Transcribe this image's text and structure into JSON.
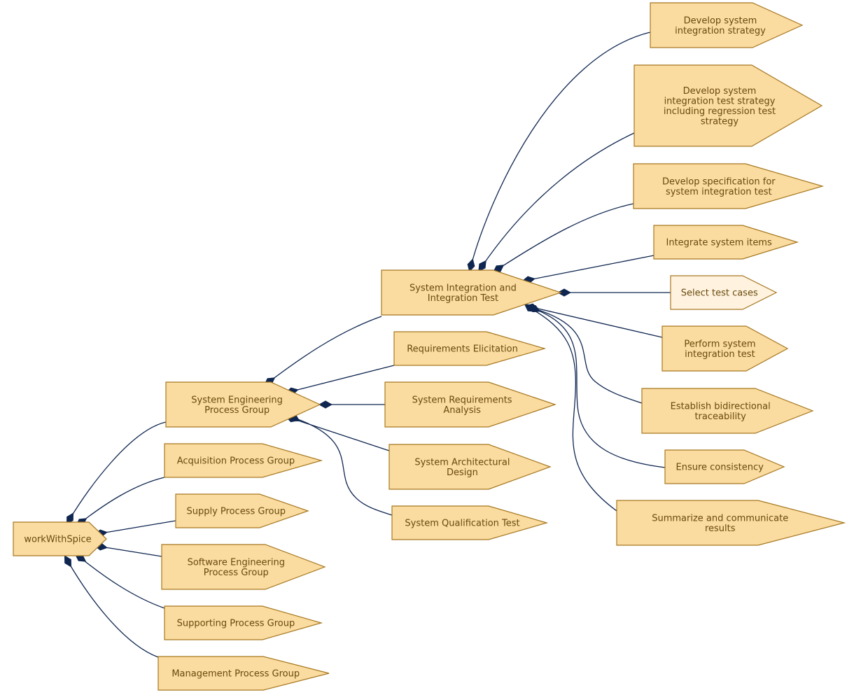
{
  "diagram": {
    "colors": {
      "node_fill": "#fadba0",
      "node_fill_highlight": "#fff3e0",
      "node_border": "#a67820",
      "node_text": "#6a4a0c",
      "edge": "#0f2650"
    },
    "nodes": [
      {
        "id": "workWithSpice",
        "lines": [
          "workWithSpice"
        ]
      },
      {
        "id": "system-engineering-process-group",
        "lines": [
          "System Engineering",
          "Process Group"
        ]
      },
      {
        "id": "acquisition-process-group",
        "lines": [
          "Acquisition Process Group"
        ]
      },
      {
        "id": "supply-process-group",
        "lines": [
          "Supply Process Group"
        ]
      },
      {
        "id": "software-engineering-process-group",
        "lines": [
          "Software Engineering",
          "Process Group"
        ]
      },
      {
        "id": "supporting-process-group",
        "lines": [
          "Supporting Process Group"
        ]
      },
      {
        "id": "management-process-group",
        "lines": [
          "Management Process Group"
        ]
      },
      {
        "id": "system-integration-and-integration-test",
        "lines": [
          "System Integration and",
          "Integration Test"
        ]
      },
      {
        "id": "requirements-elicitation",
        "lines": [
          "Requirements Elicitation"
        ]
      },
      {
        "id": "system-requirements-analysis",
        "lines": [
          "System Requirements",
          "Analysis"
        ]
      },
      {
        "id": "system-architectural-design",
        "lines": [
          "System Architectural",
          "Design"
        ]
      },
      {
        "id": "system-qualification-test",
        "lines": [
          "System Qualification Test"
        ]
      },
      {
        "id": "develop-system-integration-strategy",
        "lines": [
          "Develop system",
          "integration strategy"
        ]
      },
      {
        "id": "develop-system-integration-test-strategy",
        "lines": [
          "Develop system",
          "integration test strategy",
          "including regression test",
          "strategy"
        ]
      },
      {
        "id": "develop-specification-for-system-integration-test",
        "lines": [
          "Develop specification for",
          "system integration test"
        ]
      },
      {
        "id": "integrate-system-items",
        "lines": [
          "Integrate system items"
        ]
      },
      {
        "id": "select-test-cases",
        "lines": [
          "Select test cases"
        ],
        "highlight": true
      },
      {
        "id": "perform-system-integration-test",
        "lines": [
          "Perform system",
          "integration test"
        ]
      },
      {
        "id": "establish-bidirectional-traceability",
        "lines": [
          "Establish bidirectional",
          "traceability"
        ]
      },
      {
        "id": "ensure-consistency",
        "lines": [
          "Ensure consistency"
        ]
      },
      {
        "id": "summarize-and-communicate-results",
        "lines": [
          "Summarize and communicate",
          "results"
        ]
      }
    ]
  }
}
